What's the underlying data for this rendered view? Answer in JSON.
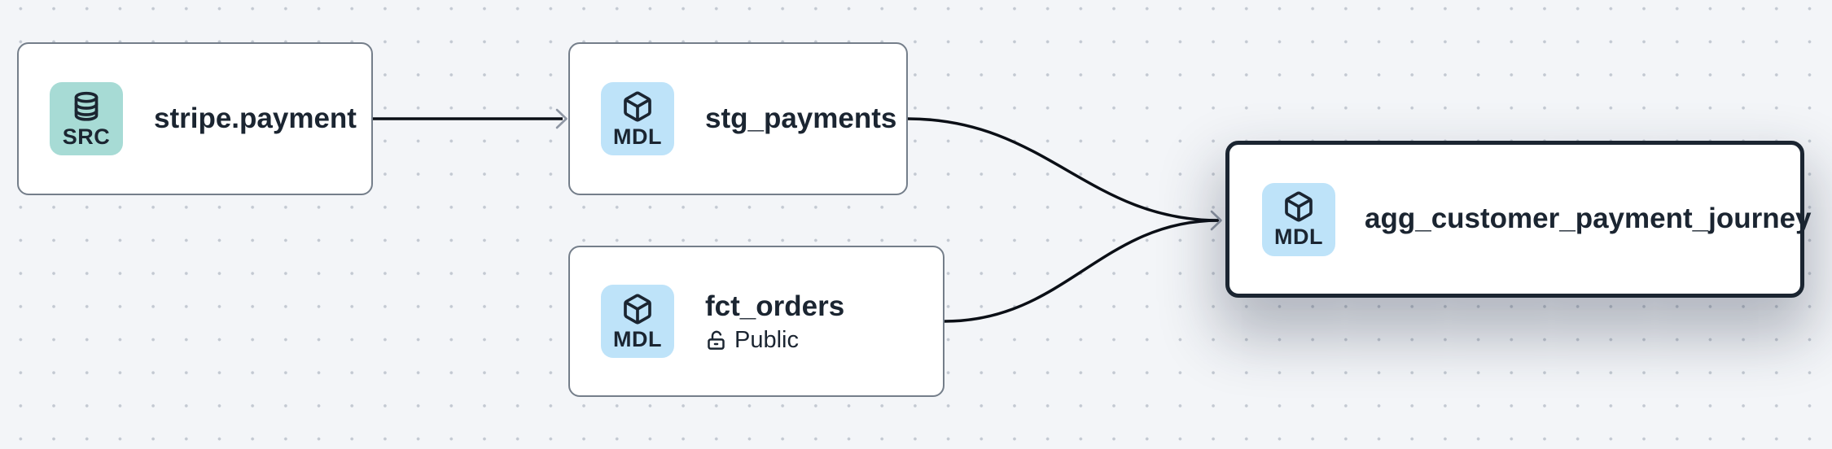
{
  "canvas": {
    "kind": "lineage-graph",
    "background_color": "#f3f5f8",
    "dot_color": "#c3c9d2",
    "edge_color": "#0b0f16",
    "arrowhead_color": "#8f97a4"
  },
  "colors": {
    "node_background": "#ffffff",
    "node_border": "#747e8a",
    "selected_node_border": "#1b2531",
    "text_dark": "#1b2531",
    "badge_src_background": "#a7dbd5",
    "badge_mdl_background": "#bee3f9"
  },
  "nodes": [
    {
      "id": "stripe.payment",
      "label": "stripe.payment",
      "type_badge": "SRC",
      "icon": "database-icon",
      "selected": false
    },
    {
      "id": "stg_payments",
      "label": "stg_payments",
      "type_badge": "MDL",
      "icon": "cube-icon",
      "selected": false
    },
    {
      "id": "fct_orders",
      "label": "fct_orders",
      "type_badge": "MDL",
      "icon": "cube-icon",
      "access": "Public",
      "access_icon": "unlock-icon",
      "selected": false
    },
    {
      "id": "agg_customer_payment_journey",
      "label": "agg_customer_payment_journey",
      "type_badge": "MDL",
      "icon": "cube-icon",
      "selected": true
    }
  ],
  "edges": [
    {
      "from": "stripe.payment",
      "to": "stg_payments"
    },
    {
      "from": "stg_payments",
      "to": "agg_customer_payment_journey"
    },
    {
      "from": "fct_orders",
      "to": "agg_customer_payment_journey"
    }
  ]
}
